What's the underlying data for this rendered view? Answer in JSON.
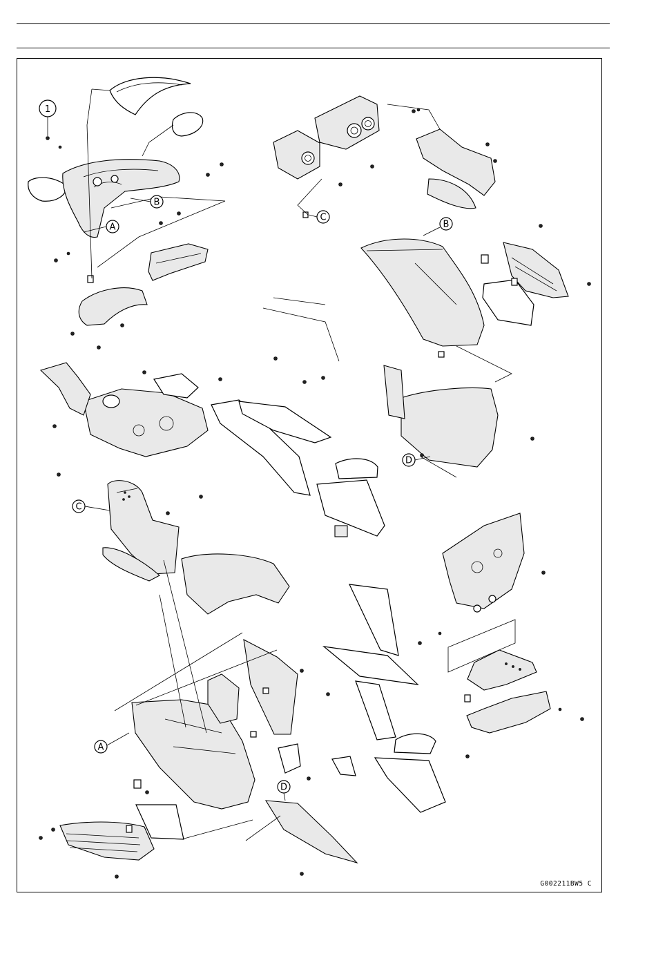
{
  "callouts": {
    "c1": "1",
    "A1": "A",
    "B1": "B",
    "C1": "C",
    "B2": "B",
    "D1": "D",
    "C2": "C",
    "A2": "A",
    "D2": "D"
  },
  "figure_code": "G002211BW5 C"
}
